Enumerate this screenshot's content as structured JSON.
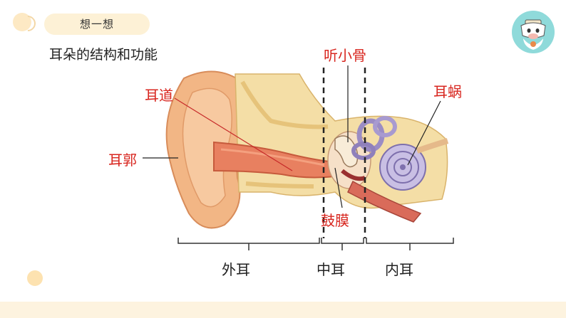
{
  "header": {
    "pill_label": "想一想"
  },
  "subtitle": "耳朵的结构和功能",
  "labels": {
    "ossicles": "听小骨",
    "ear_canal": "耳道",
    "cochlea": "耳蜗",
    "auricle": "耳郭",
    "eardrum": "鼓膜"
  },
  "sections": {
    "outer": "外耳",
    "middle": "中耳",
    "inner": "内耳"
  },
  "colors": {
    "label_red": "#d8261f",
    "pill_bg": "#fdf1d6",
    "mascot_bg": "#8fdada"
  }
}
